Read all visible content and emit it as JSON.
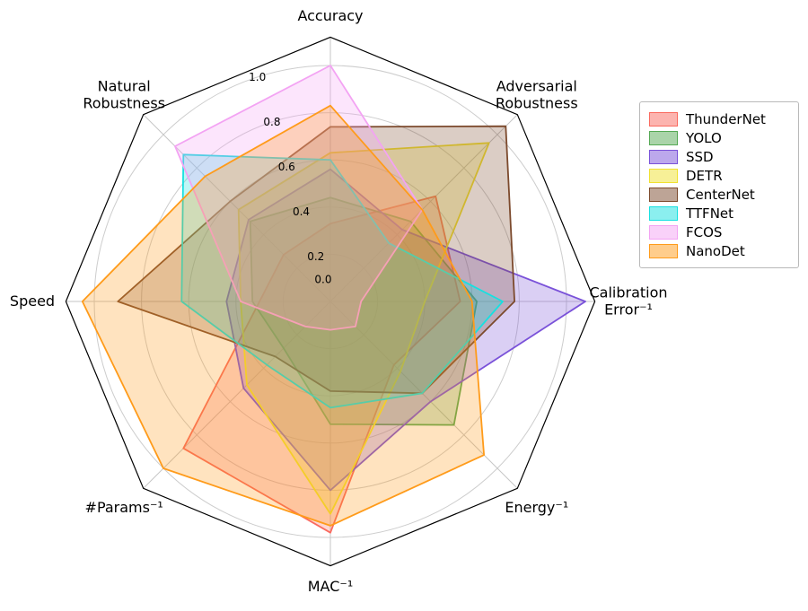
{
  "chart_data": {
    "type": "radar",
    "title": "",
    "categories": [
      "Accuracy",
      "Adversarial\nRobustness",
      "Calibration\nError⁻¹",
      "Energy⁻¹",
      "MAC⁻¹",
      "#Params⁻¹",
      "Speed",
      "Natural\nRobustness"
    ],
    "radial_ticks": {
      "values": [
        0.0,
        0.2,
        0.4,
        0.6,
        0.8,
        1.0
      ],
      "labels": [
        "0.0",
        "0.2",
        "0.4",
        "0.6",
        "0.8",
        "1.0"
      ]
    },
    "range": [
      0,
      1.0
    ],
    "grid": true,
    "legend_position": "right",
    "series": [
      {
        "name": "ThunderNet",
        "color": "#fa6a5f",
        "values": [
          0.33,
          0.63,
          0.55,
          0.38,
          0.98,
          0.88,
          0.3,
          0.28
        ]
      },
      {
        "name": "YOLO",
        "color": "#55a954",
        "values": [
          0.44,
          0.48,
          0.62,
          0.74,
          0.52,
          0.28,
          0.33,
          0.48
        ]
      },
      {
        "name": "SSD",
        "color": "#7a52d9",
        "values": [
          0.56,
          0.43,
          1.08,
          0.6,
          0.8,
          0.52,
          0.44,
          0.49
        ]
      },
      {
        "name": "DETR",
        "color": "#f0e130",
        "values": [
          0.63,
          0.95,
          0.4,
          0.42,
          0.9,
          0.5,
          0.38,
          0.55
        ]
      },
      {
        "name": "CenterNet",
        "color": "#7c4a2d",
        "values": [
          0.74,
          1.05,
          0.78,
          0.55,
          0.38,
          0.33,
          0.9,
          0.6
        ]
      },
      {
        "name": "TTFNet",
        "color": "#17e0e0",
        "values": [
          0.6,
          0.35,
          0.73,
          0.55,
          0.45,
          0.38,
          0.63,
          0.88
        ]
      },
      {
        "name": "FCOS",
        "color": "#f3a3f3",
        "values": [
          1.0,
          0.55,
          0.13,
          0.15,
          0.12,
          0.15,
          0.38,
          0.93
        ]
      },
      {
        "name": "NanoDet",
        "color": "#ff9b1a",
        "values": [
          0.83,
          0.55,
          0.6,
          0.92,
          0.95,
          1.0,
          1.05,
          0.75
        ]
      }
    ]
  }
}
